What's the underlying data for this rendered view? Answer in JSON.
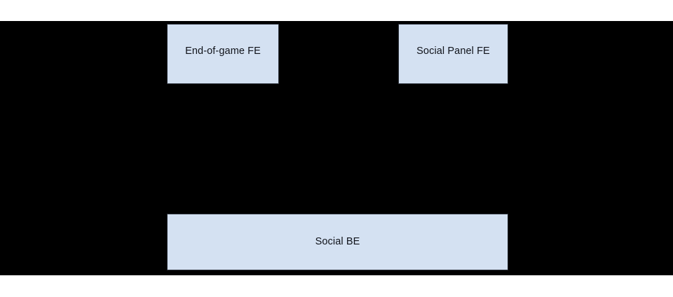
{
  "diagram": {
    "type": "block-diagram",
    "canvas": {
      "background_color": "#000000",
      "page_background_color": "#ffffff"
    },
    "node_style": {
      "fill_color": "#d4e1f2",
      "border_color": "#2a2f38",
      "text_color": "#10131a"
    },
    "nodes": [
      {
        "id": "end-of-game-fe",
        "label": "End-of-game FE",
        "row": "top",
        "column": "left"
      },
      {
        "id": "social-panel-fe",
        "label": "Social Panel FE",
        "row": "top",
        "column": "right"
      },
      {
        "id": "social-be",
        "label": "Social BE",
        "row": "bottom",
        "column": "span"
      }
    ],
    "connectors": []
  }
}
